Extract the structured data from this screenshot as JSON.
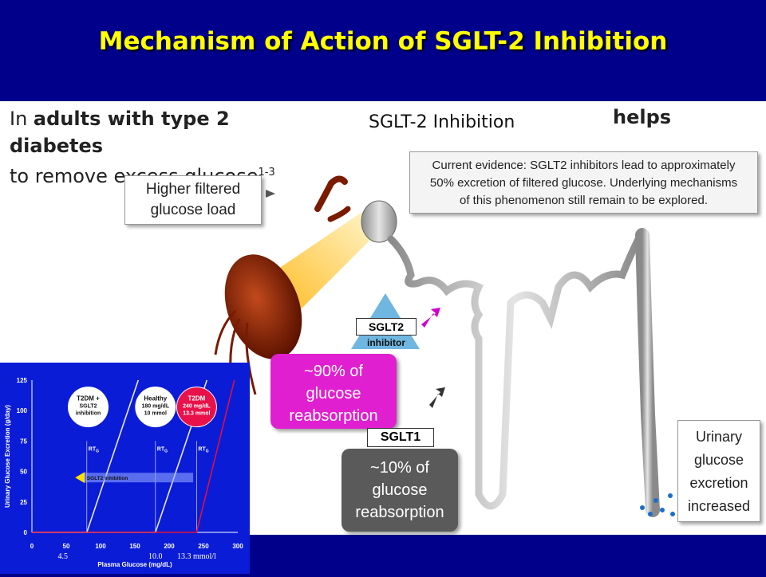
{
  "slide": {
    "title": "Mechanism of Action of SGLT-2 Inhibition"
  },
  "intro": {
    "line1_prefix": "In ",
    "line1_bold": "adults with type 2 diabetes",
    "line2": "to remove excess glucose",
    "line2_sup": "1-3",
    "trailing": "helps"
  },
  "banner": {
    "label": "SGLT-2 Inhibition"
  },
  "callouts": {
    "filtered": [
      "Higher filtered",
      "glucose load"
    ],
    "evidence": [
      "Current evidence: SGLT2 inhibitors  lead to approximately",
      "50% excretion of filtered glucose. Underlying mechanisms",
      "of this phenomenon still remain to be explored."
    ],
    "sglt2_label": "SGLT2",
    "sglt2_sub": "inhibitor",
    "reabsorption_90": [
      "~90% of",
      "glucose",
      "reabsorption"
    ],
    "sglt1_label": "SGLT1",
    "reabsorption_10": [
      "~10% of",
      "glucose",
      "reabsorption"
    ],
    "urinary": [
      "Urinary",
      "glucose",
      "excretion",
      "increased"
    ]
  },
  "colors": {
    "background": "#00008b",
    "title": "#ffff00",
    "magenta": "#e020d0",
    "grey_box": "#5a5a5a",
    "inset_bg": "#0b1cd6",
    "tubule": "#b8b8b8",
    "kidney": "#8b2000"
  },
  "chart_data": {
    "type": "line",
    "title": "",
    "xlabel": "Plasma Glucose (mg/dL)",
    "ylabel": "Urinary Glucose Excretion (g/day)",
    "xlim": [
      0,
      300
    ],
    "ylim": [
      0,
      125
    ],
    "x_ticks": [
      0,
      50,
      100,
      150,
      200,
      250,
      300
    ],
    "y_ticks": [
      0,
      25,
      50,
      75,
      100,
      125
    ],
    "mmol_ticks": [
      {
        "x": 45,
        "label": "4.5"
      },
      {
        "x": 180,
        "label": "10.0"
      },
      {
        "x": 240,
        "label": "13.3 mmol/l"
      }
    ],
    "series": [
      {
        "name": "T2DM + SGLT2 inhibition",
        "color": "#e8e8e8",
        "points": [
          [
            0,
            0
          ],
          [
            80,
            0
          ],
          [
            155,
            125
          ]
        ]
      },
      {
        "name": "Healthy",
        "color": "#e8e8e8",
        "points": [
          [
            0,
            0
          ],
          [
            180,
            0
          ],
          [
            255,
            125
          ]
        ]
      },
      {
        "name": "T2DM",
        "color": "#e0103c",
        "points": [
          [
            0,
            0
          ],
          [
            240,
            0
          ],
          [
            295,
            125
          ]
        ]
      }
    ],
    "thresholds": [
      {
        "x": 80,
        "label": "RT",
        "sub": "G"
      },
      {
        "x": 180,
        "label": "RT",
        "sub": "G"
      },
      {
        "x": 240,
        "label": "RT",
        "sub": "G"
      }
    ],
    "bubbles": [
      {
        "x": 82,
        "lines": [
          "T2DM +",
          "SGLT2",
          "inhibition"
        ],
        "color": "#ffffff",
        "text": "#111111"
      },
      {
        "x": 180,
        "lines": [
          "Healthy",
          "180 mg/dL",
          "10 mmol"
        ],
        "color": "#ffffff",
        "text": "#111111"
      },
      {
        "x": 240,
        "lines": [
          "T2DM",
          "240 mg/dL",
          "13.3 mmol"
        ],
        "color": "#e8114a",
        "text": "#ffffff"
      }
    ],
    "arrow_label": "SGLT2 inhibition"
  }
}
